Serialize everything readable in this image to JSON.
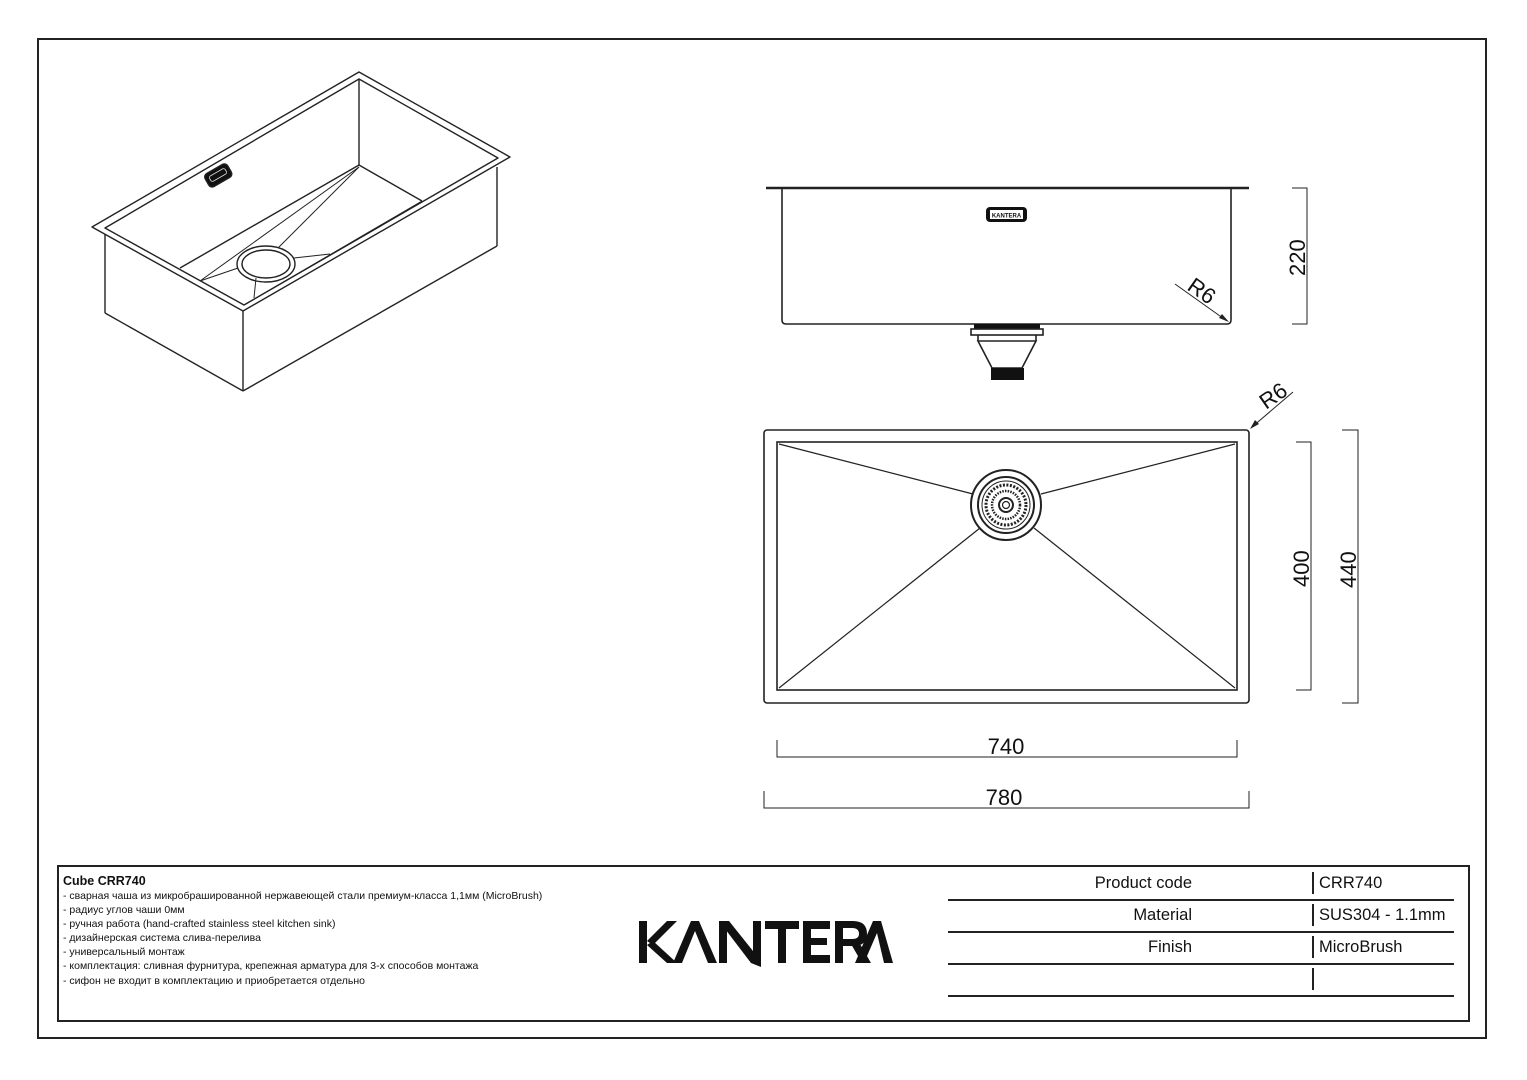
{
  "product": {
    "name": "Cube CRR740",
    "description_lines": [
      "- сварная чаша из микробрашированной нержавеющей стали премиум-класса 1,1мм (MicroBrush)",
      "- радиус углов чаши 0мм",
      "- ручная работа (hand-crafted stainless steel kitchen sink)",
      "- дизайнерская система слива-перелива",
      "- универсальный монтаж",
      "- комплектация: сливная фурнитура, крепежная арматура для 3-х способов монтажа",
      "- сифон не входит в комплектацию и приобретается отдельно"
    ]
  },
  "brand": {
    "logo_text": "KANTERA",
    "badge_text": "KANTERA"
  },
  "specs": [
    {
      "label": "Product code",
      "value": "CRR740"
    },
    {
      "label": "Material",
      "value": "SUS304 - 1.1mm"
    },
    {
      "label": "Finish",
      "value": "MicroBrush"
    },
    {
      "label": "",
      "value": ""
    }
  ],
  "dimensions": {
    "side_view_height": "220",
    "side_view_radius": "R6",
    "top_view_radius": "R6",
    "inner_depth": "400",
    "outer_depth": "440",
    "inner_width": "740",
    "outer_width": "780"
  },
  "views": {
    "isometric": "isometric-view",
    "side": "side-elevation-view",
    "top": "top-plan-view"
  },
  "colors": {
    "line": "#222222",
    "paper": "#ffffff"
  }
}
